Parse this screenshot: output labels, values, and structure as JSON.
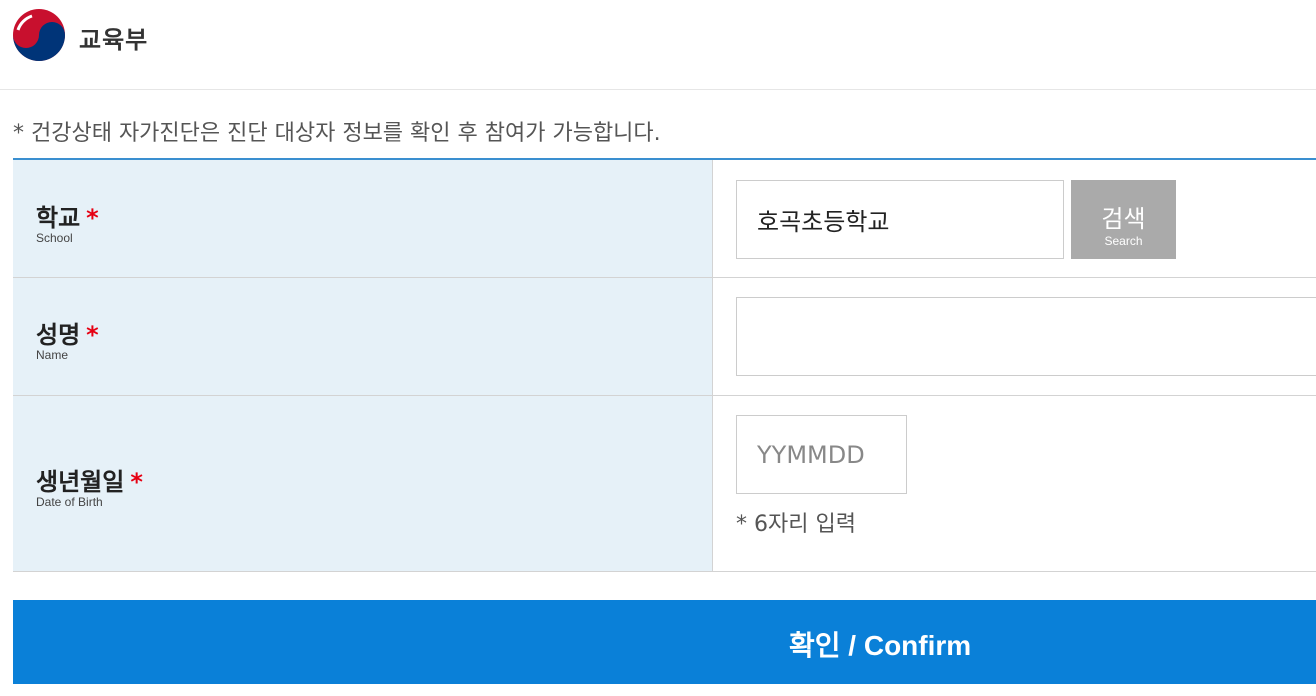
{
  "header": {
    "ministry_name": "교육부",
    "logo_icon": "taegeuk-logo-icon"
  },
  "notice": "* 건강상태 자가진단은 진단 대상자 정보를 확인 후 참여가 가능합니다.",
  "form": {
    "school": {
      "label": "학교",
      "required_mark": "*",
      "sublabel": "School",
      "value": "호곡초등학교",
      "search_label": "검색",
      "search_sublabel": "Search"
    },
    "name": {
      "label": "성명",
      "required_mark": "*",
      "sublabel": "Name",
      "value": ""
    },
    "birth": {
      "label": "생년월일",
      "required_mark": "*",
      "sublabel": "Date of Birth",
      "placeholder": "YYMMDD",
      "value": "",
      "hint": "* 6자리 입력"
    }
  },
  "confirm_label": "확인 / Confirm",
  "colors": {
    "label_bg": "#e6f1f8",
    "accent_border": "#3a8fd0",
    "confirm_bg": "#0a80d8",
    "required": "#e60012",
    "search_bg": "#aaaaaa"
  }
}
